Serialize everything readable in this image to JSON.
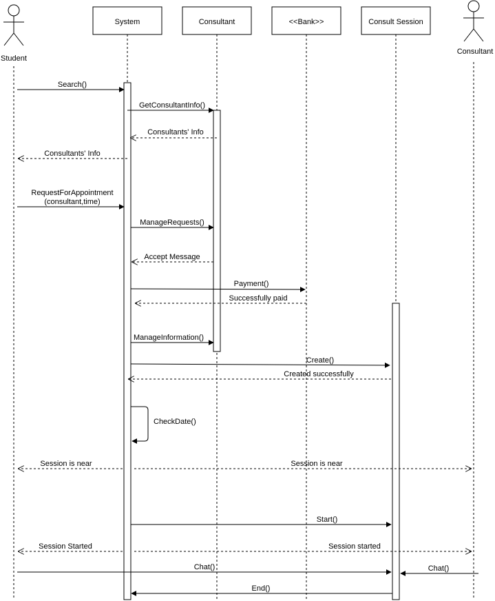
{
  "participants": {
    "student": "Student",
    "system": "System",
    "consultant": "Consultant",
    "bank": "<<Bank>>",
    "consult_session": "Consult Session",
    "consultant_actor": "Consultant"
  },
  "messages": {
    "search": "Search()",
    "get_consultant_info": "GetConsultantInfo()",
    "consultants_info_return": "Consultants' Info",
    "consultants_info_to_student": "Consultants' Info",
    "request_appointment_line1": "RequestForAppointment",
    "request_appointment_line2": "(consultant,time)",
    "manage_requests": "ManageRequests()",
    "accept_message": "Accept Message",
    "payment": "Payment()",
    "successfully_paid": "Successfully paid",
    "manage_information": "ManageInformation()",
    "create": "Create()",
    "created_successfully": "Created successfully",
    "check_date": "CheckDate()",
    "session_near_student": "Session is near",
    "session_near_consultant": "Session is near",
    "start": "Start()",
    "session_started_student": "Session Started",
    "session_started_consultant": "Session started",
    "chat_student": "Chat()",
    "chat_consultant": "Chat()",
    "end": "End()"
  }
}
